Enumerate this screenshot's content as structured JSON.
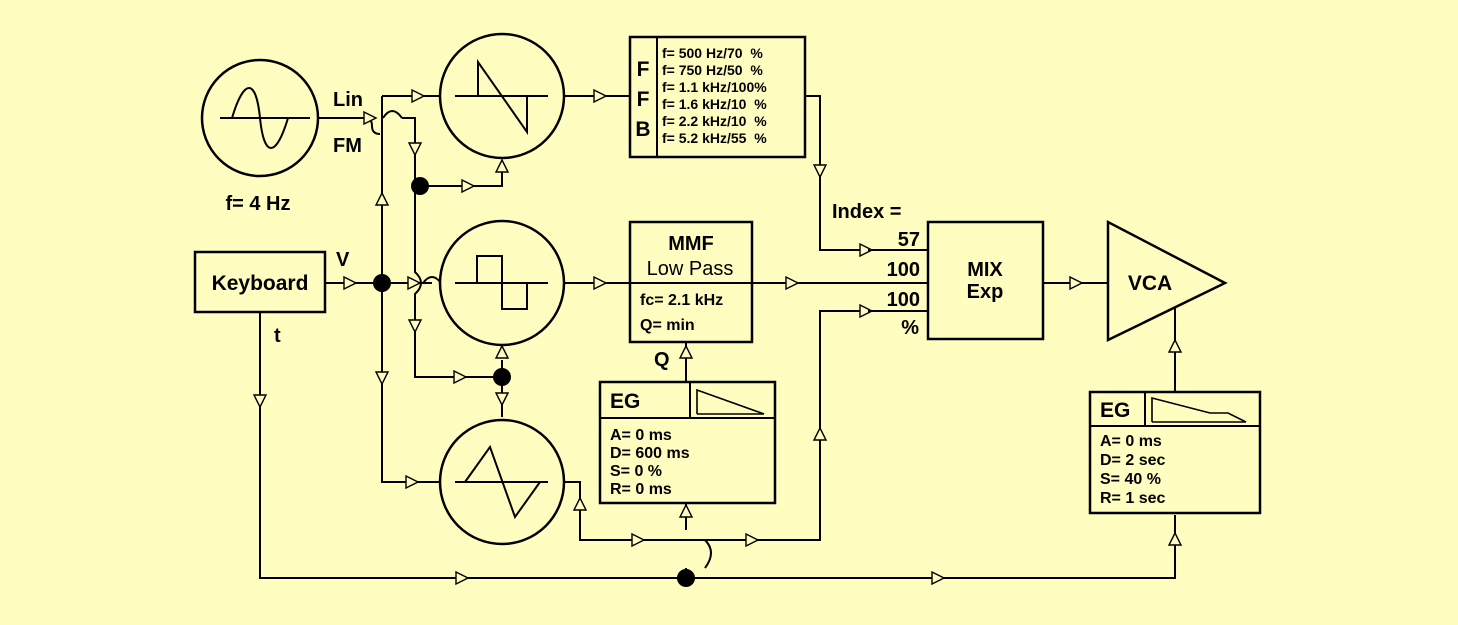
{
  "lfo": {
    "label": "f= 4 Hz"
  },
  "fm_labels": {
    "lin": "Lin",
    "fm": "FM"
  },
  "keyboard": {
    "label": "Keyboard",
    "v_label": "V",
    "t_label": "t"
  },
  "ffb": {
    "letters": [
      "F",
      "F",
      "B"
    ],
    "rows": [
      "f= 500 Hz/70  %",
      "f= 750 Hz/50  %",
      "f= 1.1 kHz/100%",
      "f= 1.6 kHz/10  %",
      "f= 2.2 kHz/10  %",
      "f= 5.2 kHz/55  %"
    ]
  },
  "mmf": {
    "title": "MMF",
    "mode": "Low Pass",
    "fc": "fc= 2.1 kHz",
    "q": "Q= min",
    "q_input": "Q"
  },
  "eg1": {
    "title": "EG",
    "params": [
      "A= 0 ms",
      "D= 600 ms",
      "S= 0 %",
      "R= 0 ms"
    ]
  },
  "eg2": {
    "title": "EG",
    "params": [
      "A= 0 ms",
      "D= 2 sec",
      "S= 40 %",
      "R= 1 sec"
    ]
  },
  "mix": {
    "index_label": "Index =",
    "levels": [
      "57",
      "100",
      "100"
    ],
    "unit": "%",
    "title": "MIX",
    "subtitle": "Exp"
  },
  "vca": {
    "label": "VCA"
  }
}
